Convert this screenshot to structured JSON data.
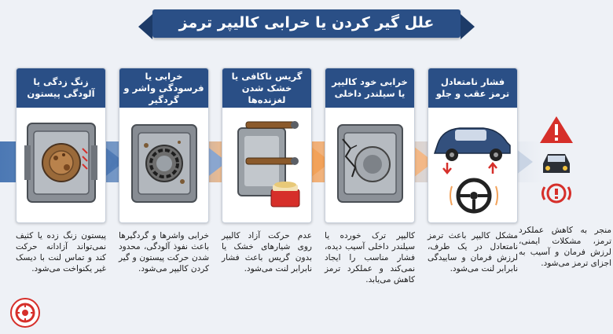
{
  "title": "علل گیر کردن یا خرابی کالیپر ترمز",
  "cards": [
    {
      "heading": "زنگ زدگی یا آلودگی پیستون",
      "description": "پیستون زنگ زده یا کثیف نمی‌تواند آزادانه حرکت کند و تماس لنت با دیسک غیر یکنواخت می‌شود.",
      "image_icon": "rusty-caliper-icon"
    },
    {
      "heading": "خرابی یا فرسودگی واشر و گردگیر",
      "description": "خرابی واشرها و گردگیرها باعث نفوذ آلودگی، محدود شدن حرکت پیستون و گیر کردن کالیپر می‌شود.",
      "image_icon": "worn-seal-caliper-icon"
    },
    {
      "heading": "گریس ناکافی یا خشک شدن لغزنده‌ها",
      "description": "عدم حرکت آزاد کالیپر روی شیارهای خشک یا بدون گریس باعث فشار نابرابر لنت می‌شود.",
      "image_icon": "caliper-slide-pins-icon"
    },
    {
      "heading": "خرابی خود کالیپر یا سیلندر داخلی",
      "description": "کالیپر ترک خورده یا سیلندر داخلی آسیب دیده، فشار مناسب را ایجاد نمی‌کند و عملکرد ترمز کاهش می‌یابد.",
      "image_icon": "cracked-caliper-icon"
    },
    {
      "heading": "فشار نامتعادل ترمز عقب و جلو",
      "description": "مشکل کالیپر باعث ترمز نامتعادل در یک طرف، لرزش فرمان و ساییدگی نابرابر لنت می‌شود.",
      "image_icon": "car-steering-wheel-icon"
    }
  ],
  "final": {
    "description": "منجر به کاهش عملکرد ترمز، مشکلات ایمنی، لرزش فرمان و آسیب به اجزای ترمز می‌شود.",
    "icons": [
      "warning-triangle-icon",
      "car-front-icon",
      "brake-warning-icon"
    ]
  },
  "colors": {
    "header_blue": "#2a4f86",
    "band_blue": "#3f6fae",
    "band_orange": "#f0a35b",
    "warning_red": "#d62f2a"
  }
}
